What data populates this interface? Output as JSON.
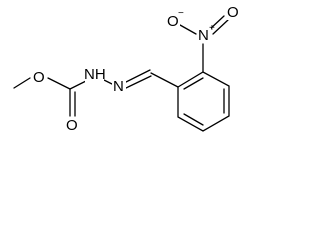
{
  "molecule": {
    "atoms": {
      "methoxy_o": "O",
      "nh": "NH",
      "carbonyl_o": "O",
      "imine_n": "N",
      "nitro_n": "N",
      "nitro_n_charge": "+",
      "nitro_o_top": "O",
      "nitro_o_minus": "O",
      "nitro_o_charge": "−"
    }
  }
}
